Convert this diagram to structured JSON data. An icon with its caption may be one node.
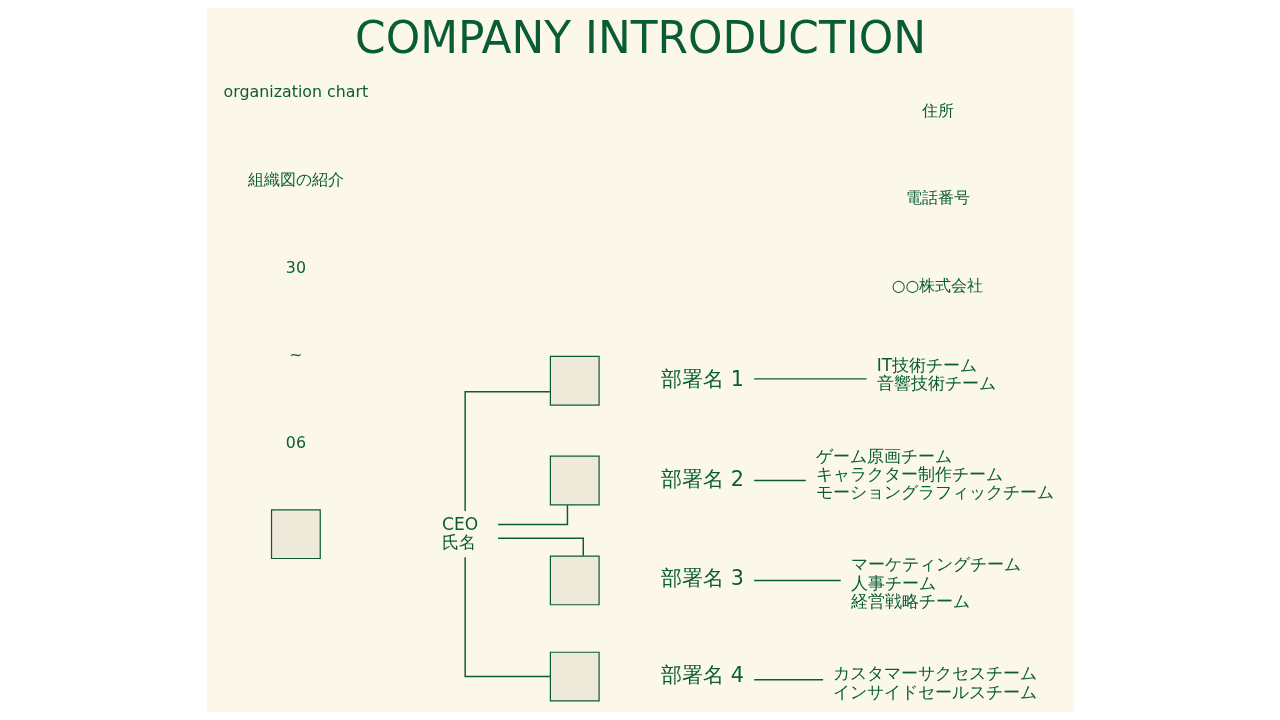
{
  "diagram": {
    "title": "COMPANY INTRODUCTION",
    "nodes": [
      {
        "text": [],
        "shape": "box"
      },
      {
        "text": [
          "CEO",
          "氏名"
        ]
      },
      {
        "text": [],
        "shape": "box"
      },
      {
        "text": [
          "部署名 1"
        ]
      },
      {
        "text": [
          "IT技術チーム",
          "音響技術チーム"
        ]
      },
      {
        "text": [],
        "shape": "box"
      },
      {
        "text": [
          "部署名 2"
        ]
      },
      {
        "text": [
          "ゲーム原画チーム",
          "キャラクター制作チーム",
          "モーショングラフィックチーム"
        ]
      },
      {
        "text": [],
        "shape": "box"
      },
      {
        "text": [
          "部署名 3"
        ]
      },
      {
        "text": [
          "マーケティングチーム",
          "人事チーム",
          "経営戦略チーム"
        ]
      },
      {
        "text": [],
        "shape": "box"
      },
      {
        "text": [
          "部署名 4"
        ]
      },
      {
        "text": [
          "カスタマーサクセスチーム",
          "インサイドセールスチーム"
        ]
      }
    ],
    "edges": [
      {
        "from": 1,
        "to": 2,
        "arrow": "none"
      },
      {
        "from": 1,
        "to": 5,
        "arrow": "none"
      },
      {
        "from": 1,
        "to": 8,
        "arrow": "none"
      },
      {
        "from": 1,
        "to": 11,
        "arrow": "none"
      },
      {
        "from": 3,
        "to": 4,
        "arrow": "none"
      },
      {
        "from": 6,
        "to": 7,
        "arrow": "none"
      },
      {
        "from": 9,
        "to": 10,
        "arrow": "none"
      },
      {
        "from": 12,
        "to": 13,
        "arrow": "none"
      }
    ],
    "labels": [
      "06",
      "~",
      "30",
      "組織図の紹介",
      "organization chart",
      "○○株式会社",
      "電話番号",
      "住所"
    ]
  }
}
